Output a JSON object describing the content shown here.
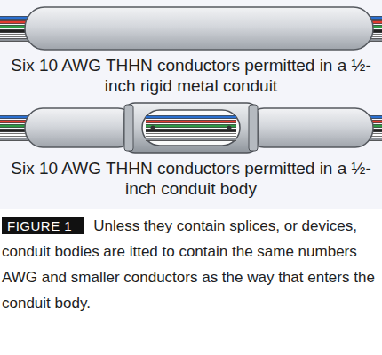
{
  "diagram": {
    "caption": "Unless they contain splices, or devices, conduit bodies are itted to contain the same numbers AWG and smaller conductors as the way that enters the conduit body.",
    "labels": [
      "Six 10 AWG THHN conductors permitted in a ½-inch rigid metal conduit",
      "Six 10 AWG THHN conductors permitted in a ½-inch conduit body",
      "FIGURE 1"
    ]
  }
}
